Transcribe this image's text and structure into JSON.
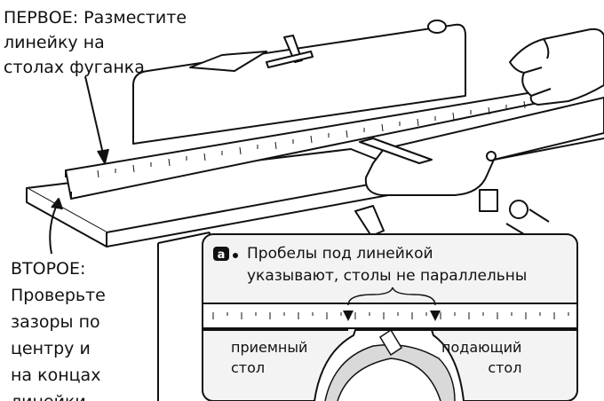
{
  "first_instruction": {
    "lines": [
      "ПЕРВОЕ: Разместите",
      "линейку на",
      "столах фуганка"
    ]
  },
  "second_instruction": {
    "lines": [
      "ВТОРОЕ:",
      "Проверьте",
      "зазоры по",
      "центру и",
      "на концах",
      "линейки"
    ]
  },
  "inset": {
    "badge_letter": "a",
    "text_lines": [
      "Пробелы под линейкой",
      "указывают, столы не параллельны"
    ],
    "infeed_lines": [
      "приемный",
      "стол"
    ],
    "outfeed_lines": [
      "подающий",
      "стол"
    ]
  },
  "colors": {
    "ink": "#111111",
    "background": "#ffffff",
    "inset_fill": "#f3f3f3",
    "badge_fill": "#111111"
  }
}
